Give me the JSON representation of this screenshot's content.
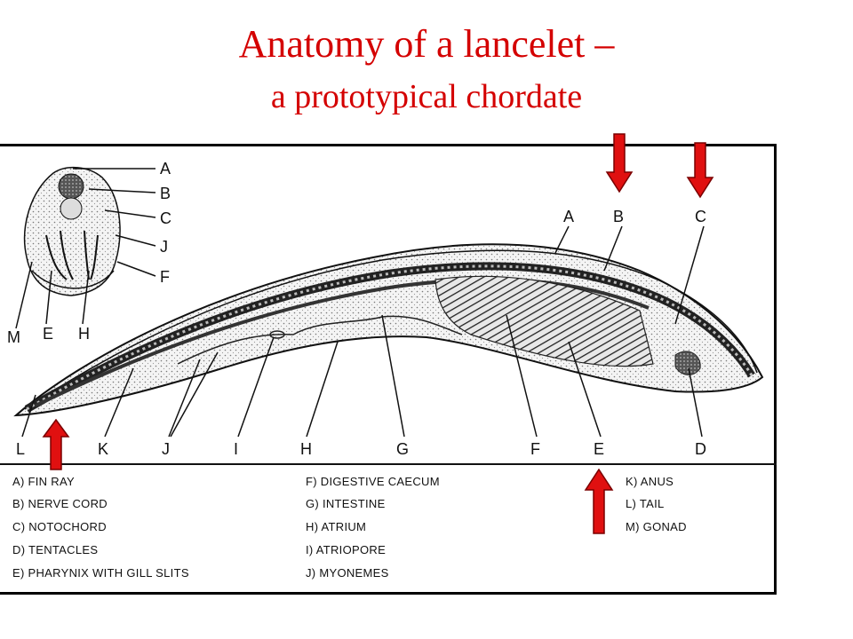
{
  "title": {
    "main": "Anatomy of a lancelet –",
    "sub": "a prototypical chordate"
  },
  "labels": {
    "top": [
      "A",
      "B",
      "C"
    ],
    "cross_section": [
      "A",
      "B",
      "C",
      "J",
      "F"
    ],
    "cross_bottom": [
      "M",
      "E",
      "H"
    ],
    "bottom": [
      "L",
      "K",
      "J",
      "I",
      "H",
      "G",
      "F",
      "E",
      "D"
    ]
  },
  "key": {
    "column1": [
      "A) FIN RAY",
      "B) NERVE CORD",
      "C) NOTOCHORD",
      "D) TENTACLES",
      "E) PHARYNIX WITH GILL SLITS"
    ],
    "column2": [
      "F) DIGESTIVE CAECUM",
      "G) INTESTINE",
      "H) ATRIUM",
      "I) ATRIOPORE",
      "J) MYONEMES"
    ],
    "column3": [
      "K) ANUS",
      "L) TAIL",
      "M) GONAD"
    ]
  },
  "colors": {
    "title": "#d40000",
    "arrow": "#e01010",
    "arrow_outline": "#7a0000"
  },
  "arrows": [
    {
      "points_to": "B",
      "direction": "down"
    },
    {
      "points_to": "C",
      "direction": "down"
    },
    {
      "points_to": "L",
      "direction": "up"
    },
    {
      "points_to": "E",
      "direction": "up"
    }
  ]
}
